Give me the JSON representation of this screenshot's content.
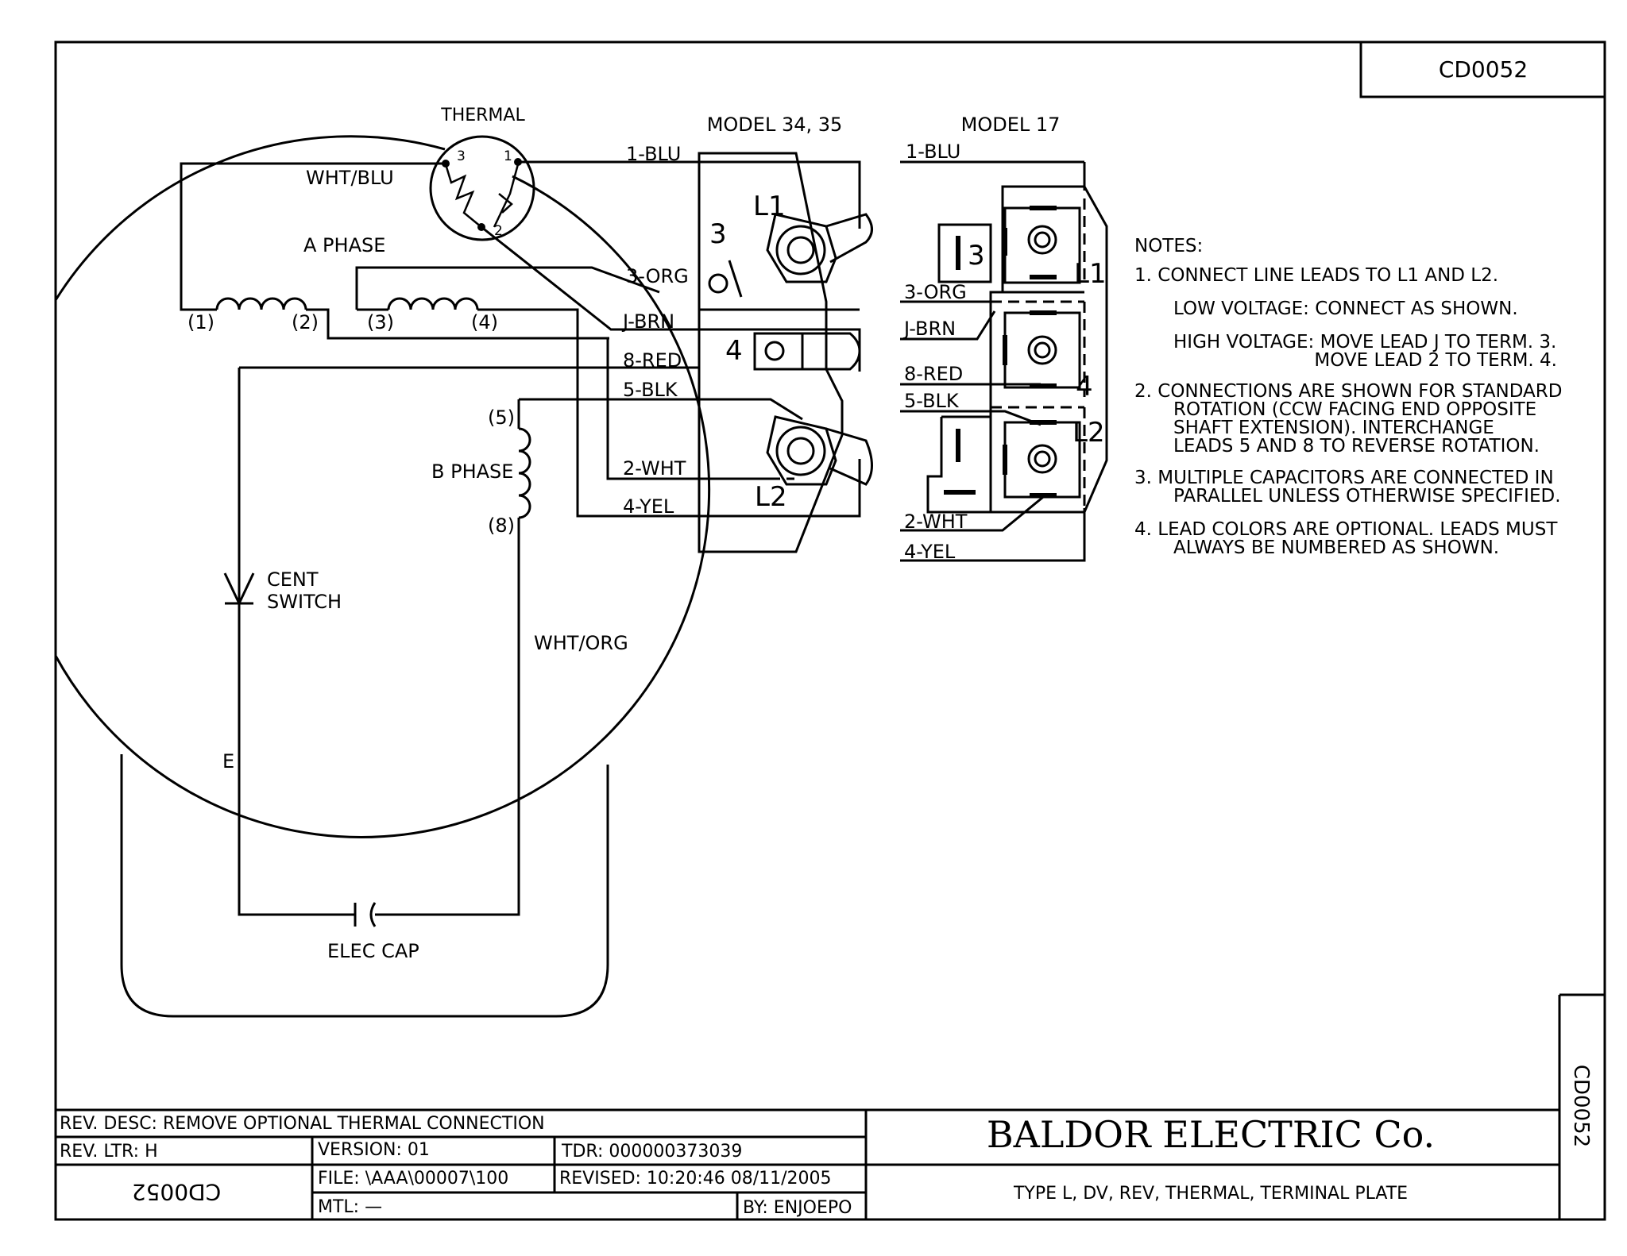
{
  "drawing_number": "CD0052",
  "diagram": {
    "thermal": {
      "label": "THERMAL",
      "pin_1": "1",
      "pin_2": "2",
      "pin_3": "3"
    },
    "motor_leads": {
      "wht_blu": "WHT/BLU",
      "a_phase": "A PHASE",
      "b_phase": "B PHASE",
      "wht_org": "WHT/ORG",
      "t1": "(1)",
      "t2": "(2)",
      "t3": "(3)",
      "t4": "(4)",
      "t5": "(5)",
      "t8": "(8)",
      "cent_switch_1": "CENT",
      "cent_switch_2": "SWITCH",
      "e": "E",
      "elec_cap": "ELEC CAP"
    },
    "model_34_35": {
      "title": "MODEL 34, 35",
      "leads": [
        "1-BLU",
        "3-ORG",
        "J-BRN",
        "8-RED",
        "5-BLK",
        "2-WHT",
        "4-YEL"
      ],
      "term_3": "3",
      "term_4": "4",
      "term_l1": "L1",
      "term_l2": "L2"
    },
    "model_17": {
      "title": "MODEL 17",
      "leads": [
        "1-BLU",
        "3-ORG",
        "J-BRN",
        "8-RED",
        "5-BLK",
        "2-WHT",
        "4-YEL"
      ],
      "term_3": "3",
      "term_4": "4",
      "term_l1": "L1",
      "term_l2": "L2"
    }
  },
  "notes": {
    "heading": "NOTES:",
    "lines": [
      "1.  CONNECT  LINE  LEADS  TO  L1  AND  L2.",
      "LOW  VOLTAGE:  CONNECT  AS  SHOWN.",
      "HIGH  VOLTAGE:  MOVE  LEAD  J  TO  TERM.  3.",
      "MOVE  LEAD  2  TO  TERM.  4.",
      "2.  CONNECTIONS  ARE  SHOWN  FOR  STANDARD",
      "ROTATION  (CCW  FACING  END  OPPOSITE",
      "SHAFT  EXTENSION).  INTERCHANGE",
      "LEADS  5  AND  8  TO  REVERSE  ROTATION.",
      "3.  MULTIPLE  CAPACITORS  ARE  CONNECTED  IN",
      "PARALLEL  UNLESS  OTHERWISE  SPECIFIED.",
      "4.  LEAD  COLORS  ARE  OPTIONAL.   LEADS  MUST",
      "ALWAYS  BE  NUMBERED  AS  SHOWN."
    ]
  },
  "title_block": {
    "rev_desc": "REV.  DESC:   REMOVE  OPTIONAL  THERMAL  CONNECTION",
    "rev_ltr": "REV.  LTR:   H",
    "version": "VERSION: 01",
    "tdr": "TDR: 000000373039",
    "file": "FILE: \\AAA\\00007\\100",
    "revised": "REVISED: 10:20:46  08/11/2005",
    "mtl": "MTL: —",
    "by": "BY: ENJOEPO",
    "mirror_number": "CD0052",
    "company": "BALDOR  ELECTRIC  Co.",
    "description": "TYPE  L,  DV,  REV,  THERMAL,  TERMINAL  PLATE",
    "side_number": "CD0052"
  }
}
